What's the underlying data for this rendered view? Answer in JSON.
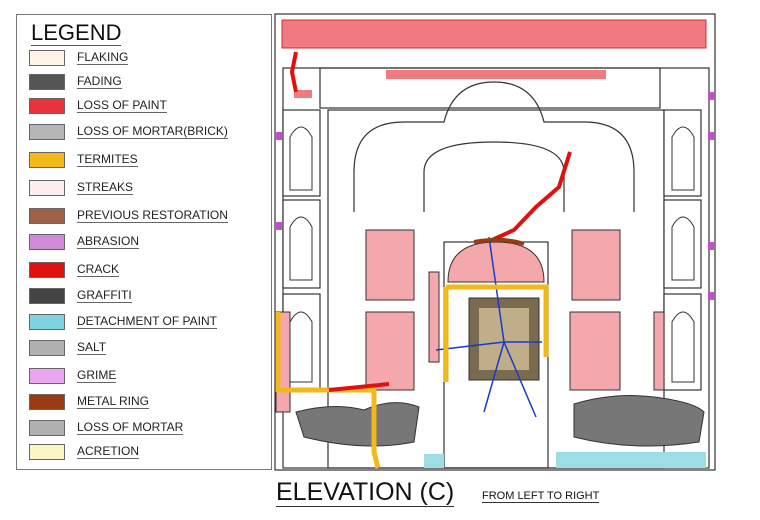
{
  "legend": {
    "title": "LEGEND",
    "items": [
      {
        "label": "FLAKING",
        "color": "#fdf6e8"
      },
      {
        "label": "FADING",
        "color": "#555555"
      },
      {
        "label": "LOSS OF PAINT",
        "color": "#e8333b"
      },
      {
        "label": "LOSS OF MORTAR(BRICK)",
        "color": "#b5b5b5"
      },
      {
        "label": "TERMITES",
        "color": "#f2b81c"
      },
      {
        "label": "STREAKS",
        "color": "#fbeeee"
      },
      {
        "label": "PREVIOUS RESTORATION",
        "color": "#a0614a"
      },
      {
        "label": "ABRASION",
        "color": "#d18ad8"
      },
      {
        "label": "CRACK",
        "color": "#e01010"
      },
      {
        "label": "GRAFFITI",
        "color": "#444444"
      },
      {
        "label": "DETACHMENT OF PAINT",
        "color": "#7fd3e0"
      },
      {
        "label": "SALT",
        "color": "#b0b0b0"
      },
      {
        "label": "GRIME",
        "color": "#e9a6ee"
      },
      {
        "label": "METAL RING",
        "color": "#9a3a10"
      },
      {
        "label": "LOSS OF MORTAR",
        "color": "#b0b0b0"
      },
      {
        "label": "ACRETION",
        "color": "#fbf7c2"
      }
    ]
  },
  "title": "ELEVATION (C)",
  "subtitle": "FROM LEFT TO RIGHT"
}
